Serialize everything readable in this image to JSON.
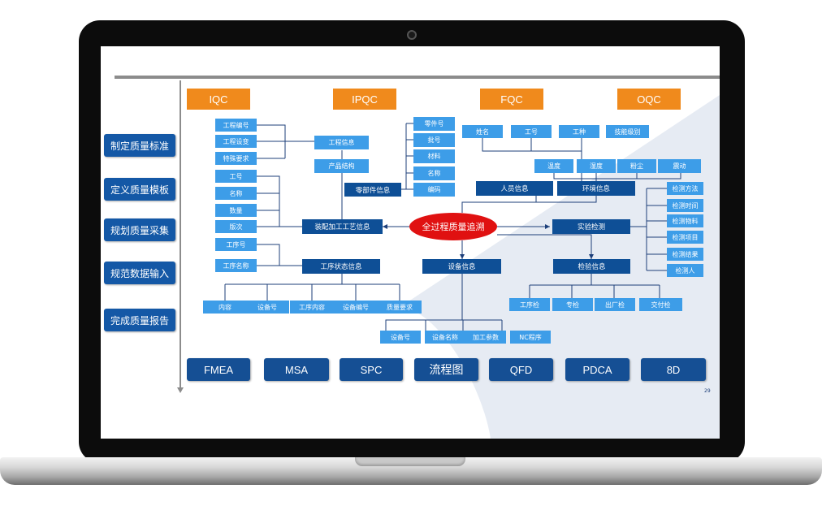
{
  "sidebar": [
    "制定质量标准",
    "定义质量模板",
    "规划质量采集",
    "规范数据输入",
    "完成质量报告"
  ],
  "phases": [
    "IQC",
    "IPQC",
    "FQC",
    "OQC"
  ],
  "project_fields": [
    "工程编号",
    "工程设变",
    "特殊要求"
  ],
  "project": {
    "info": "工程信息",
    "structure": "产品结构"
  },
  "part_fields": [
    "零件号",
    "批号",
    "材料",
    "名称",
    "编码"
  ],
  "part_info": "零部件信息",
  "item_fields": [
    "工号",
    "名称",
    "数量",
    "版次"
  ],
  "assembly_info": "装配加工工艺信息",
  "process_fields": [
    "工序号",
    "工序名称"
  ],
  "process_status": "工序状态信息",
  "process_sub": [
    "内容",
    "设备号",
    "工序内容",
    "设备编号",
    "质量要求"
  ],
  "center": "全过程质量追溯",
  "device_info": "设备信息",
  "device_sub": [
    "设备号",
    "设备名称",
    "加工参数",
    "NC程序"
  ],
  "person_fields": [
    "姓名",
    "工号",
    "工种",
    "技能级别"
  ],
  "person_info": "人员信息",
  "env_fields": [
    "温度",
    "湿度",
    "粉尘",
    "震动"
  ],
  "env_info": "环境信息",
  "test": "实验检测",
  "test_fields": [
    "检测方法",
    "检测时间",
    "检测物料",
    "检测项目",
    "检测结果",
    "检测人"
  ],
  "inspect_info": "检验信息",
  "inspect_sub": [
    "工序检",
    "专检",
    "出厂检",
    "交付检"
  ],
  "tools": [
    "FMEA",
    "MSA",
    "SPC",
    "流程图",
    "QFD",
    "PDCA",
    "8D"
  ],
  "page_number": "29"
}
